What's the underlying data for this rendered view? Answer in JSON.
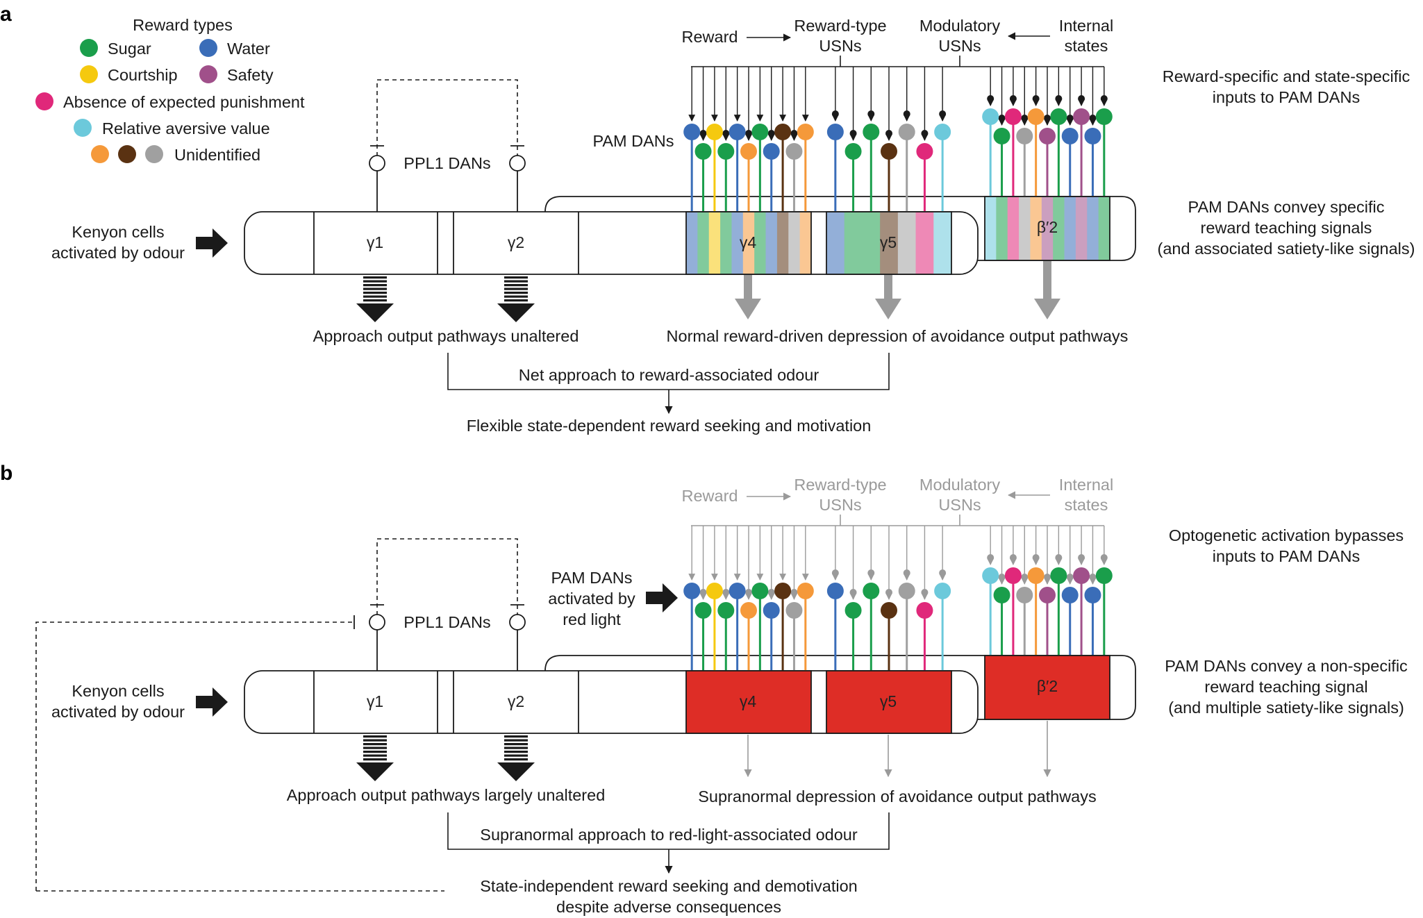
{
  "colors": {
    "sugar": "#1a9e4b",
    "water": "#3a6db8",
    "courtship": "#f5c90f",
    "safety": "#a0508a",
    "punishment": "#e0287a",
    "aversive": "#6cc9db",
    "orange": "#f5993a",
    "brown": "#5a3212",
    "grey": "#a0a0a0",
    "red_light": "#de2d26"
  },
  "legend": {
    "title": "Reward types",
    "sugar": "Sugar",
    "water": "Water",
    "courtship": "Courtship",
    "safety": "Safety",
    "punishment": "Absence of expected punishment",
    "aversive": "Relative aversive value",
    "unidentified": "Unidentified"
  },
  "panel_a": {
    "letter": "a",
    "reward": "Reward",
    "rtu_1": "Reward-type",
    "rtu_2": "USNs",
    "mod_1": "Modulatory",
    "mod_2": "USNs",
    "int_1": "Internal",
    "int_2": "states",
    "right1_1": "Reward-specific and state-specific",
    "right1_2": "inputs to PAM DANs",
    "right2_1": "PAM DANs convey specific",
    "right2_2": "reward teaching signals",
    "right2_3": "(and associated satiety-like signals)",
    "pam": "PAM DANs",
    "ppl1": "PPL1 DANs",
    "kc_1": "Kenyon cells",
    "kc_2": "activated by odour",
    "g1": "γ1",
    "g2": "γ2",
    "g4": "γ4",
    "g5": "γ5",
    "b2": "β′2",
    "approach": "Approach output pathways unaltered",
    "depression": "Normal reward-driven depression of avoidance output pathways",
    "net": "Net approach to reward-associated odour",
    "final_1": "Flexible state-dependent reward seeking and motivation"
  },
  "panel_b": {
    "letter": "b",
    "reward": "Reward",
    "rtu_1": "Reward-type",
    "rtu_2": "USNs",
    "mod_1": "Modulatory",
    "mod_2": "USNs",
    "int_1": "Internal",
    "int_2": "states",
    "right1_1": "Optogenetic activation bypasses",
    "right1_2": "inputs to PAM DANs",
    "right2_1": "PAM DANs convey a non-specific",
    "right2_2": "reward teaching signal",
    "right2_3": "(and multiple satiety-like signals)",
    "pam_1": "PAM DANs",
    "pam_2": "activated by",
    "pam_3": "red light",
    "ppl1": "PPL1 DANs",
    "kc_1": "Kenyon cells",
    "kc_2": "activated by odour",
    "g1": "γ1",
    "g2": "γ2",
    "g4": "γ4",
    "g5": "γ5",
    "b2": "β′2",
    "approach": "Approach output pathways largely unaltered",
    "depression": "Supranormal depression of avoidance output pathways",
    "net": "Supranormal approach to red-light-associated odour",
    "final_1": "State-independent reward seeking and demotivation",
    "final_2": "despite adverse consequences"
  },
  "dan_colors": {
    "g4": [
      "water",
      "sugar",
      "courtship",
      "sugar",
      "water",
      "orange",
      "sugar",
      "water",
      "brown",
      "grey",
      "orange"
    ],
    "g5": [
      "water",
      "sugar",
      "sugar",
      "brown",
      "grey",
      "punishment",
      "aversive"
    ],
    "b2": [
      "aversive",
      "sugar",
      "punishment",
      "grey",
      "orange",
      "safety",
      "sugar",
      "water",
      "safety",
      "water",
      "sugar"
    ]
  }
}
